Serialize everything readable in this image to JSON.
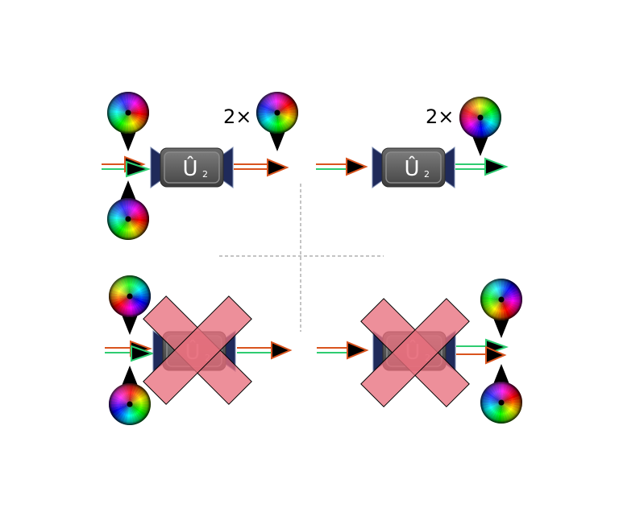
{
  "colors": {
    "orange_beam": "#d9541e",
    "green_beam": "#2ecc71",
    "device_body": "#4d4d4d",
    "device_wing": "#1f2a5a",
    "cross_fill": "#e8707e",
    "divider": "#8a8a8a"
  },
  "panels": [
    {
      "id": "top-left",
      "allowed": true,
      "device_label": "Û",
      "device_sub": "2",
      "multiplier": "2×"
    },
    {
      "id": "top-right",
      "allowed": true,
      "device_label": "Û",
      "device_sub": "2",
      "multiplier": "2×"
    },
    {
      "id": "bottom-left",
      "allowed": false,
      "device_label": "Û",
      "device_sub": "2"
    },
    {
      "id": "bottom-right",
      "allowed": false,
      "device_label": "Û",
      "device_sub": "2"
    }
  ],
  "icons": [
    "vortex-beam-icon",
    "arrow-icon",
    "cross-icon"
  ]
}
